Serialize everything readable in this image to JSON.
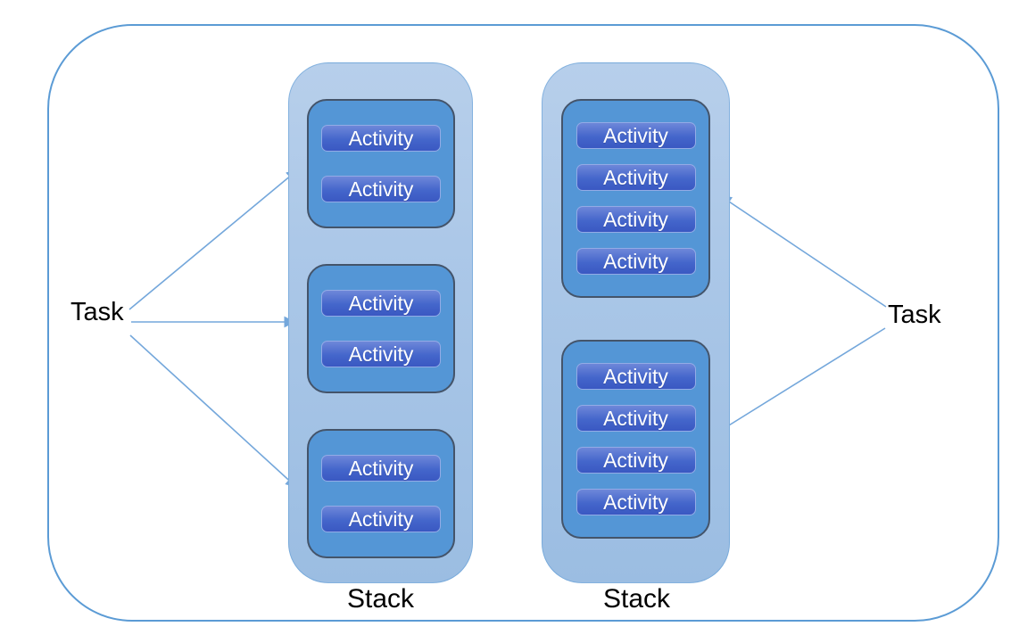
{
  "tasks": {
    "left": {
      "label": "Task"
    },
    "right": {
      "label": "Task"
    }
  },
  "stacks": [
    {
      "label": "Stack",
      "groups": [
        {
          "items": [
            "Activity",
            "Activity"
          ]
        },
        {
          "items": [
            "Activity",
            "Activity"
          ]
        },
        {
          "items": [
            "Activity",
            "Activity"
          ]
        }
      ]
    },
    {
      "label": "Stack",
      "groups": [
        {
          "items": [
            "Activity",
            "Activity",
            "Activity",
            "Activity"
          ]
        },
        {
          "items": [
            "Activity",
            "Activity",
            "Activity",
            "Activity"
          ]
        }
      ]
    }
  ],
  "colors": {
    "frame_border": "#5b9bd5",
    "stack_fill_top": "#b7cfeb",
    "stack_fill_bottom": "#9bbde2",
    "group_fill": "#5496d6",
    "group_border": "#44546a",
    "activity_gradient_top": "#6e87d9",
    "activity_gradient_bottom": "#3a58c2",
    "activity_border": "#93abe6",
    "arrow": "#74a7db",
    "text": "#000000"
  }
}
